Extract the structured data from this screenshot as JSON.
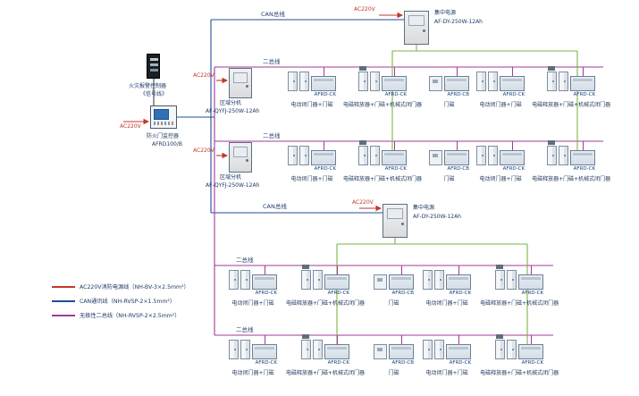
{
  "diagram_colors": {
    "ac_power": "#c0392b",
    "can_bus": "#1f4e9c",
    "two_wire_bus": "#a2399a",
    "dc_power": "#7ab648"
  },
  "fire_alarm_controller": {
    "name": "火灾报警控制器",
    "signal_line_label": "《信号线》"
  },
  "door_monitor": {
    "power_label": "AC220V",
    "name": "防火门监控器",
    "model": "AFRD100/B"
  },
  "can_bus": {
    "top_label": "CAN总线",
    "mid_label": "CAN总线"
  },
  "central_supplies": [
    {
      "power_label": "AC220V",
      "name": "集中电源",
      "model": "AF-DY-250W-12Ah"
    },
    {
      "power_label": "AC220V",
      "name": "集中电源",
      "model": "AF-DY-250W-12Ah"
    }
  ],
  "region_units": [
    {
      "power_label": "AC220V",
      "name": "区域分机",
      "model": "AF-QYFJ-250W-12Ah"
    },
    {
      "power_label": "AC220V",
      "name": "区域分机",
      "model": "AF-QYFJ-250W-12Ah"
    }
  ],
  "device_rows": [
    {
      "bus_label": "二总线",
      "groups": [
        {
          "type": "closer",
          "module": "AFRD-CK",
          "label": "电动闭门器+门磁"
        },
        {
          "type": "releaser",
          "module": "AFRD-CK",
          "label": "电磁释放器+门磁+机械式闭门器"
        },
        {
          "type": "magnet",
          "module": "AFRD-CB",
          "label": "门磁"
        },
        {
          "type": "closer",
          "module": "AFRD-CK",
          "label": "电动闭门器+门磁"
        },
        {
          "type": "releaser",
          "module": "AFRD-CK",
          "label": "电磁释放器+门磁+机械式闭门器"
        }
      ]
    },
    {
      "bus_label": "二总线",
      "groups": [
        {
          "type": "closer",
          "module": "AFRD-CK",
          "label": "电动闭门器+门磁"
        },
        {
          "type": "releaser",
          "module": "AFRD-CK",
          "label": "电磁释放器+门磁+机械式闭门器"
        },
        {
          "type": "magnet",
          "module": "AFRD-CB",
          "label": "门磁"
        },
        {
          "type": "closer",
          "module": "AFRD-CK",
          "label": "电动闭门器+门磁"
        },
        {
          "type": "releaser",
          "module": "AFRD-CK",
          "label": "电磁释放器+门磁+机械式闭门器"
        }
      ]
    },
    {
      "bus_label": "二总线",
      "groups": [
        {
          "type": "closer",
          "module": "AFRD-CK",
          "label": "电动闭门器+门磁"
        },
        {
          "type": "releaser",
          "module": "AFRD-CK",
          "label": "电磁释放器+门磁+机械式闭门器"
        },
        {
          "type": "magnet",
          "module": "AFRD-CB",
          "label": "门磁"
        },
        {
          "type": "closer",
          "module": "AFRD-CK",
          "label": "电动闭门器+门磁"
        },
        {
          "type": "releaser",
          "module": "AFRD-CK",
          "label": "电磁释放器+门磁+机械式闭门器"
        }
      ]
    },
    {
      "bus_label": "二总线",
      "groups": [
        {
          "type": "closer",
          "module": "AFRD-CK",
          "label": "电动闭门器+门磁"
        },
        {
          "type": "releaser",
          "module": "AFRD-CK",
          "label": "电磁释放器+门磁+机械式闭门器"
        },
        {
          "type": "magnet",
          "module": "AFRD-CB",
          "label": "门磁"
        },
        {
          "type": "closer",
          "module": "AFRD-CK",
          "label": "电动闭门器+门磁"
        },
        {
          "type": "releaser",
          "module": "AFRD-CK",
          "label": "电磁释放器+门磁+机械式闭门器"
        }
      ]
    }
  ],
  "legend": {
    "items": [
      {
        "color": "#c0392b",
        "label": "AC220V消防电源线（NH-BV-3×2.5mm²）"
      },
      {
        "color": "#1f4e9c",
        "label": "CAN通讯线（NH-RVSP-2×1.5mm²）"
      },
      {
        "color": "#a2399a",
        "label": "无极性二总线（NH-RVSP-2×2.5mm²）"
      }
    ]
  }
}
